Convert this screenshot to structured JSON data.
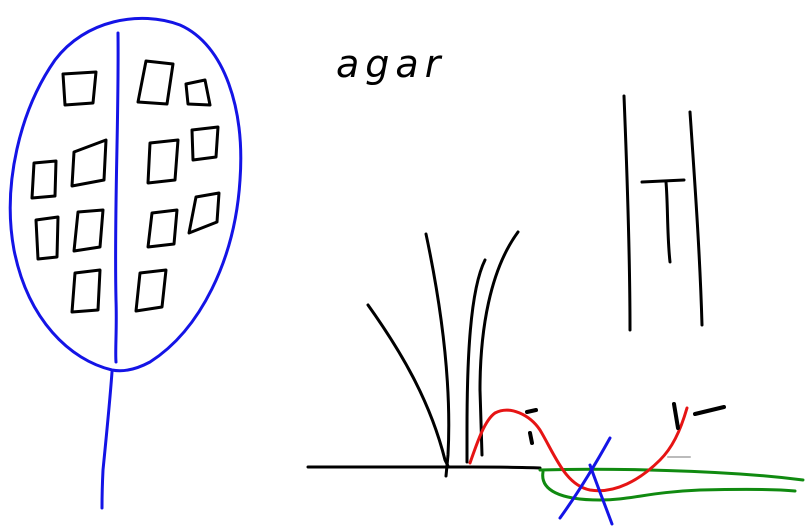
{
  "label": {
    "text": "agar"
  },
  "colors": {
    "black": "#000000",
    "blue": "#1414e6",
    "red": "#e61414",
    "green": "#108a10"
  },
  "elements": [
    "blue-oval-with-black-squares",
    "blue-stem",
    "black-tall-curved-strokes",
    "black-ground-line",
    "red-wavy-line",
    "blue-x-cross",
    "green-curved-lines",
    "black-parallel-vertical-lines",
    "black-small-i-mark"
  ]
}
